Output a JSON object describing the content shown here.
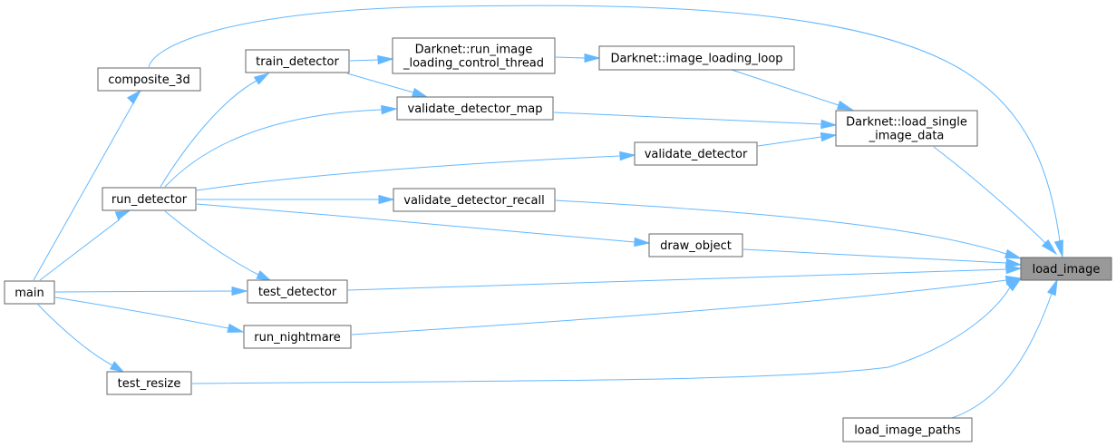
{
  "graph": {
    "edge_color": "#63b8ff",
    "node_fill": "#ffffff",
    "node_border": "#666666",
    "highlight_fill": "#999999",
    "nodes": {
      "main": {
        "label": [
          "main"
        ]
      },
      "composite_3d": {
        "label": [
          "composite_3d"
        ]
      },
      "run_detector": {
        "label": [
          "run_detector"
        ]
      },
      "test_resize": {
        "label": [
          "test_resize"
        ]
      },
      "train_detector": {
        "label": [
          "train_detector"
        ]
      },
      "run_image_loading_control_thread": {
        "label": [
          "Darknet::run_image",
          "_loading_control_thread"
        ]
      },
      "image_loading_loop": {
        "label": [
          "Darknet::image_loading_loop"
        ]
      },
      "validate_detector_map": {
        "label": [
          "validate_detector_map"
        ]
      },
      "load_single_image_data": {
        "label": [
          "Darknet::load_single",
          "_image_data"
        ]
      },
      "validate_detector": {
        "label": [
          "validate_detector"
        ]
      },
      "validate_detector_recall": {
        "label": [
          "validate_detector_recall"
        ]
      },
      "draw_object": {
        "label": [
          "draw_object"
        ]
      },
      "test_detector": {
        "label": [
          "test_detector"
        ]
      },
      "run_nightmare": {
        "label": [
          "run_nightmare"
        ]
      },
      "load_image_paths": {
        "label": [
          "load_image_paths"
        ]
      },
      "load_image": {
        "label": [
          "load_image"
        ],
        "highlight": true
      }
    },
    "edges": [
      [
        "composite_3d",
        "load_image"
      ],
      [
        "main",
        "composite_3d"
      ],
      [
        "main",
        "run_detector"
      ],
      [
        "main",
        "test_detector"
      ],
      [
        "main",
        "run_nightmare"
      ],
      [
        "main",
        "test_resize"
      ],
      [
        "run_detector",
        "train_detector"
      ],
      [
        "run_detector",
        "validate_detector_map"
      ],
      [
        "run_detector",
        "validate_detector"
      ],
      [
        "run_detector",
        "validate_detector_recall"
      ],
      [
        "run_detector",
        "draw_object"
      ],
      [
        "run_detector",
        "test_detector"
      ],
      [
        "train_detector",
        "run_image_loading_control_thread"
      ],
      [
        "train_detector",
        "validate_detector_map"
      ],
      [
        "run_image_loading_control_thread",
        "image_loading_loop"
      ],
      [
        "image_loading_loop",
        "load_single_image_data"
      ],
      [
        "validate_detector_map",
        "load_single_image_data"
      ],
      [
        "validate_detector",
        "load_single_image_data"
      ],
      [
        "load_single_image_data",
        "load_image"
      ],
      [
        "validate_detector_recall",
        "load_image"
      ],
      [
        "draw_object",
        "load_image"
      ],
      [
        "test_detector",
        "load_image"
      ],
      [
        "run_nightmare",
        "load_image"
      ],
      [
        "test_resize",
        "load_image"
      ],
      [
        "load_image_paths",
        "load_image"
      ]
    ]
  }
}
